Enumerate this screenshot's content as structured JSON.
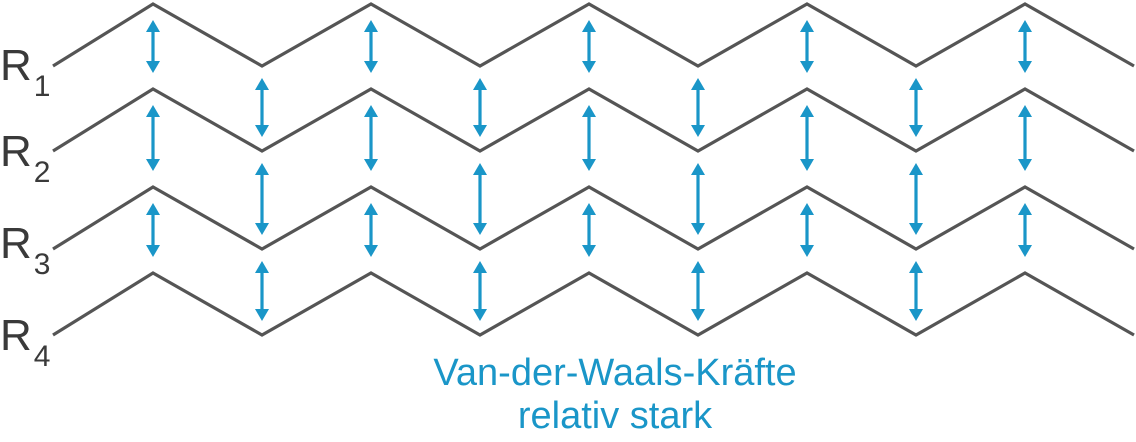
{
  "rows": [
    {
      "letter": "R",
      "index": "1"
    },
    {
      "letter": "R",
      "index": "2"
    },
    {
      "letter": "R",
      "index": "3"
    },
    {
      "letter": "R",
      "index": "4"
    }
  ],
  "caption": {
    "line1": "Van-der-Waals-Kräfte",
    "line2": "relativ stark"
  },
  "colors": {
    "chain": "#555555",
    "arrow": "#1a96c8",
    "label": "#3a3a3a"
  }
}
